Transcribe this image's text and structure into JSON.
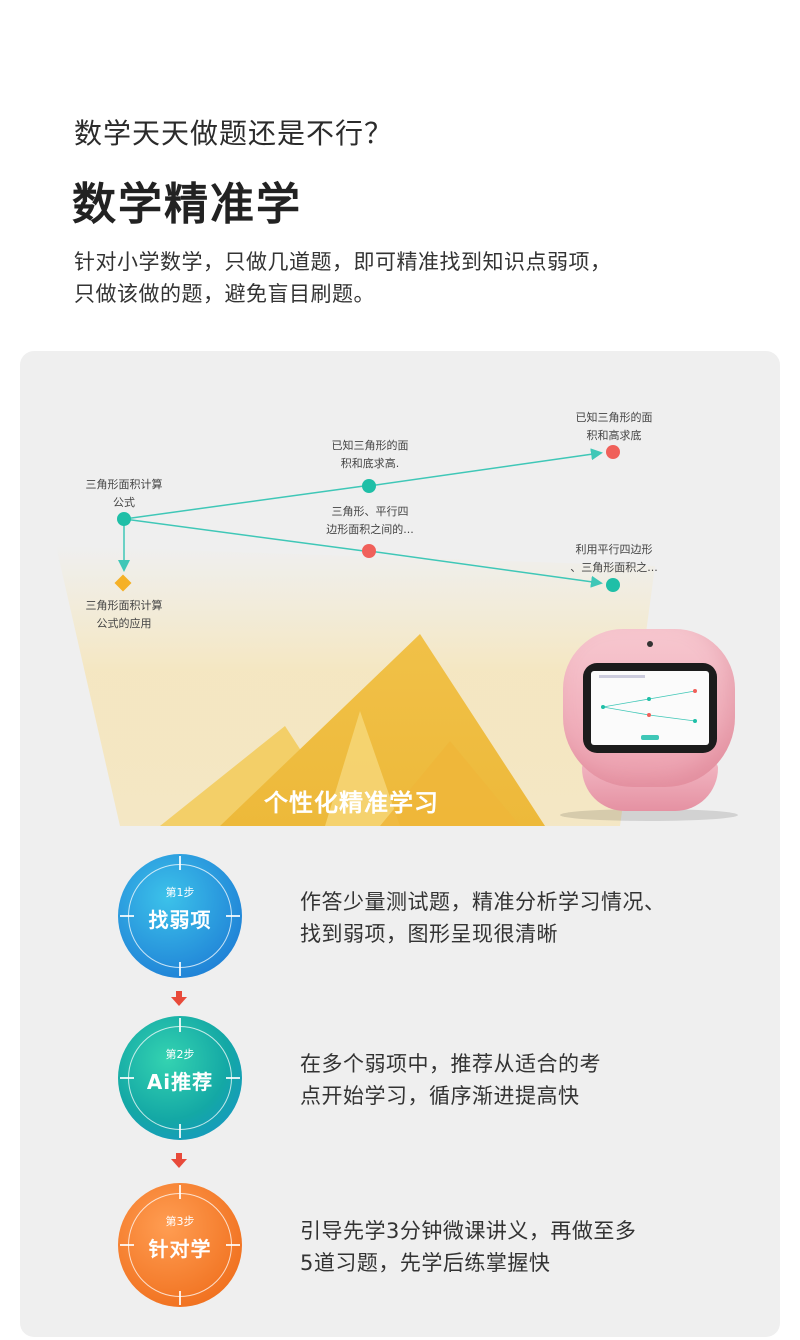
{
  "header": {
    "subtitle": "数学天天做题还是不行？",
    "title": "数学精准学",
    "description_line1": "针对小学数学，只做几道题，即可精准找到知识点弱项，",
    "description_line2": "只做该做的题，避免盲目刷题。"
  },
  "knowledge_map": {
    "root": {
      "label_line1": "三角形面积计算",
      "label_line2": "公式"
    },
    "child": {
      "label_line1": "三角形面积计算",
      "label_line2": "公式的应用"
    },
    "mid_top": {
      "label_line1": "已知三角形的面",
      "label_line2": "积和底求高."
    },
    "mid_bottom": {
      "label_line1": "三角形、平行四",
      "label_line2": "边形面积之间的..."
    },
    "right_top": {
      "label_line1": "已知三角形的面",
      "label_line2": "积和高求底"
    },
    "right_bottom": {
      "label_line1": "利用平行四边形",
      "label_line2": "、三角形面积之..."
    },
    "colors": {
      "teal": "#1fbfa7",
      "red": "#f0605a",
      "orange": "#f5b127",
      "line": "#3fc7b7"
    }
  },
  "banner": {
    "text": "个性化精准学习",
    "mountain_color": "#f2c649"
  },
  "robot": {
    "icon": "pink-robot-device"
  },
  "steps": [
    {
      "number": "第1步",
      "name": "找弱项",
      "text_line1": "作答少量测试题，精准分析学习情况、",
      "text_line2": "找到弱项，图形呈现很清晰"
    },
    {
      "number": "第2步",
      "name": "Ai推荐",
      "text_line1": "在多个弱项中，推荐从适合的考",
      "text_line2": "点开始学习，循序渐进提高快"
    },
    {
      "number": "第3步",
      "name": "针对学",
      "text_line1": "引导先学3分钟微课讲义，再做至多",
      "text_line2": "5道习题，先学后练掌握快"
    }
  ]
}
